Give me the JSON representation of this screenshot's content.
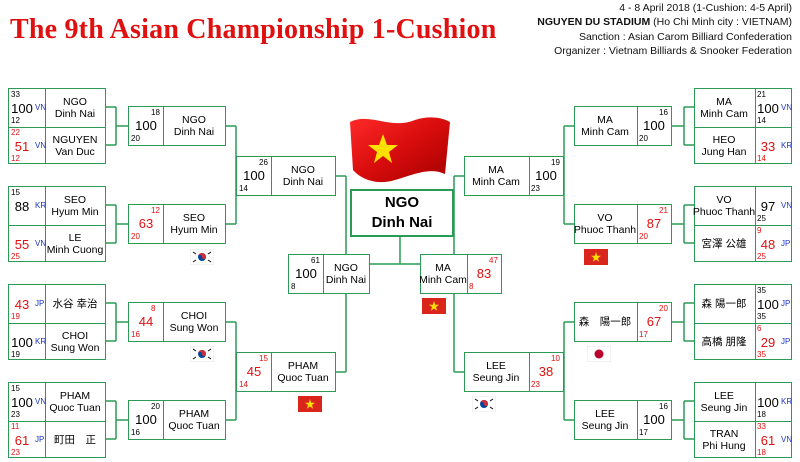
{
  "header": {
    "title": "The 9th Asian Championship 1-Cushion",
    "dates": "4 - 8 April 2018  (1-Cushion: 4-5 April)",
    "venue": "NGUYEN DU STADIUM",
    "venue_city": "  (Ho Chi Minh city : VIETNAM)",
    "sanction": "Sanction : Asian Carom Billiard Confederation",
    "organizer": "Organizer : Vietnam Billiards & Snooker Federation"
  },
  "colors": {
    "bracket_line": "#2a9a55",
    "winner_score": "#000000",
    "loser_score": "#e01010",
    "country_code": "#1a35c8"
  },
  "champion": {
    "line1": "NGO",
    "line2": "Dinh Nai"
  },
  "r1": [
    {
      "p": [
        {
          "n1": "NGO",
          "n2": "Dinh Nai",
          "score": "100",
          "a": "33",
          "b": "12",
          "cc": "VN",
          "win": true
        },
        {
          "n1": "NGUYEN",
          "n2": "Van Duc",
          "score": "51",
          "a": "22",
          "b": "12",
          "cc": "VN",
          "win": false
        }
      ]
    },
    {
      "p": [
        {
          "n1": "SEO",
          "n2": "Hyum Min",
          "score": "88",
          "a": "15",
          "b": "",
          "cc": "KR",
          "win": true
        },
        {
          "n1": "LE",
          "n2": "Minh Cuong",
          "score": "55",
          "a": "",
          "b": "25",
          "cc": "VN",
          "win": false
        }
      ]
    },
    {
      "p": [
        {
          "n1": "水谷 幸治",
          "n2": "",
          "score": "43",
          "a": "",
          "b": "19",
          "cc": "JP",
          "win": false
        },
        {
          "n1": "CHOI",
          "n2": "Sung Won",
          "score": "100",
          "a": "",
          "b": "19",
          "cc": "KR",
          "win": true
        }
      ]
    },
    {
      "p": [
        {
          "n1": "PHAM",
          "n2": "Quoc Tuan",
          "score": "100",
          "a": "15",
          "b": "23",
          "cc": "VN",
          "win": true
        },
        {
          "n1": "町田　正",
          "n2": "",
          "score": "61",
          "a": "11",
          "b": "23",
          "cc": "JP",
          "win": false
        }
      ]
    },
    {
      "p": [
        {
          "n1": "MA",
          "n2": "Minh Cam",
          "score": "100",
          "a": "21",
          "b": "14",
          "cc": "VN",
          "win": true
        },
        {
          "n1": "HEO",
          "n2": "Jung Han",
          "score": "33",
          "a": "",
          "b": "14",
          "cc": "KR",
          "win": false
        }
      ]
    },
    {
      "p": [
        {
          "n1": "VO",
          "n2": "Phuoc Thanh",
          "score": "97",
          "a": "",
          "b": "25",
          "cc": "VN",
          "win": true
        },
        {
          "n1": "宮澤 公雄",
          "n2": "",
          "score": "48",
          "a": "9",
          "b": "25",
          "cc": "JP",
          "win": false
        }
      ]
    },
    {
      "p": [
        {
          "n1": "森 陽一郎",
          "n2": "",
          "score": "100",
          "a": "35",
          "b": "35",
          "cc": "JP",
          "win": true
        },
        {
          "n1": "高橋 朋隆",
          "n2": "",
          "score": "29",
          "a": "6",
          "b": "35",
          "cc": "JP",
          "win": false
        }
      ]
    },
    {
      "p": [
        {
          "n1": "LEE",
          "n2": "Seung Jin",
          "score": "100",
          "a": "",
          "b": "18",
          "cc": "KR",
          "win": true
        },
        {
          "n1": "TRAN",
          "n2": "Phi Hung",
          "score": "61",
          "a": "33",
          "b": "18",
          "cc": "VN",
          "win": false
        }
      ]
    }
  ],
  "r2": [
    {
      "n1": "NGO",
      "n2": "Dinh Nai",
      "score": "100",
      "a": "18",
      "b": "20",
      "win": true
    },
    {
      "n1": "SEO",
      "n2": "Hyum Min",
      "score": "63",
      "a": "12",
      "b": "20",
      "win": false
    },
    {
      "n1": "CHOI",
      "n2": "Sung Won",
      "score": "44",
      "a": "8",
      "b": "16",
      "win": false
    },
    {
      "n1": "PHAM",
      "n2": "Quoc Tuan",
      "score": "100",
      "a": "20",
      "b": "16",
      "win": true
    },
    {
      "n1": "MA",
      "n2": "Minh Cam",
      "score": "100",
      "a": "16",
      "b": "20",
      "win": true
    },
    {
      "n1": "VO",
      "n2": "Phuoc Thanh",
      "score": "87",
      "a": "21",
      "b": "20",
      "win": false
    },
    {
      "n1": "森　陽一郎",
      "n2": "",
      "score": "67",
      "a": "20",
      "b": "17",
      "win": false
    },
    {
      "n1": "LEE",
      "n2": "Seung Jin",
      "score": "100",
      "a": "16",
      "b": "17",
      "win": true
    }
  ],
  "qf": [
    {
      "n1": "NGO",
      "n2": "Dinh Nai",
      "score": "100",
      "a": "26",
      "b": "14",
      "win": true
    },
    {
      "n1": "PHAM",
      "n2": "Quoc Tuan",
      "score": "45",
      "a": "15",
      "b": "14",
      "win": false
    },
    {
      "n1": "MA",
      "n2": "Minh Cam",
      "score": "100",
      "a": "19",
      "b": "23",
      "win": true
    },
    {
      "n1": "LEE",
      "n2": "Seung Jin",
      "score": "38",
      "a": "10",
      "b": "23",
      "win": false
    }
  ],
  "sf": [
    {
      "n1": "NGO",
      "n2": "Dinh Nai",
      "score": "100",
      "a": "61",
      "b": "8",
      "win": true
    },
    {
      "n1": "MA",
      "n2": "Minh Cam",
      "score": "83",
      "a": "47",
      "b": "8",
      "win": false
    }
  ]
}
